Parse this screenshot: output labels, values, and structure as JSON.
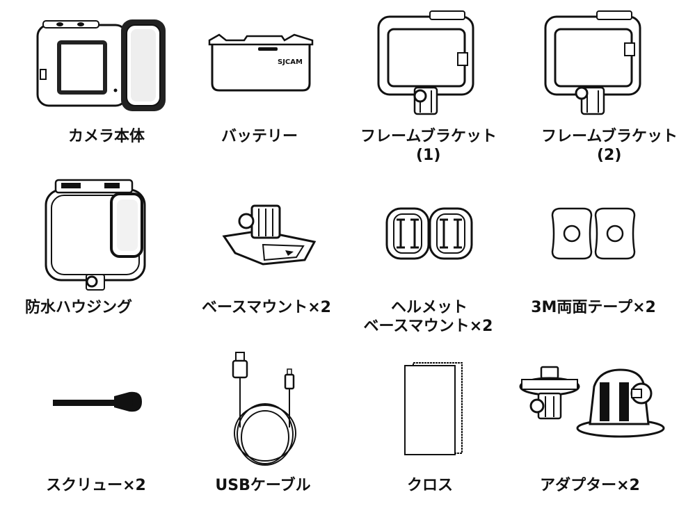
{
  "items": [
    {
      "key": "camera",
      "icon": "camera-body-icon",
      "label": "カメラ本体"
    },
    {
      "key": "battery",
      "icon": "battery-icon",
      "label": "バッテリー",
      "brand_text": "SJCAM"
    },
    {
      "key": "frame1",
      "icon": "frame-bracket-icon",
      "label": "フレームブラケット",
      "sub": "(1)"
    },
    {
      "key": "frame2",
      "icon": "frame-bracket-icon",
      "label": "フレームブラケット",
      "sub": "(2)"
    },
    {
      "key": "housing",
      "icon": "waterproof-housing-icon",
      "label": "防水ハウジング"
    },
    {
      "key": "basemount",
      "icon": "base-mount-icon",
      "label": "ベースマウント×2"
    },
    {
      "key": "helmet",
      "icon": "helmet-base-mount-icon",
      "label": "ヘルメット",
      "sub": "ベースマウント×2"
    },
    {
      "key": "tape",
      "icon": "double-sided-tape-icon",
      "label": "3M両面テープ×2"
    },
    {
      "key": "screw",
      "icon": "screw-icon",
      "label": "スクリュー×2"
    },
    {
      "key": "usb",
      "icon": "usb-cable-icon",
      "label": "USBケーブル"
    },
    {
      "key": "cloth",
      "icon": "cloth-icon",
      "label": "クロス"
    },
    {
      "key": "adapter",
      "icon": "adapter-icon",
      "label": "アダプター×2"
    }
  ]
}
